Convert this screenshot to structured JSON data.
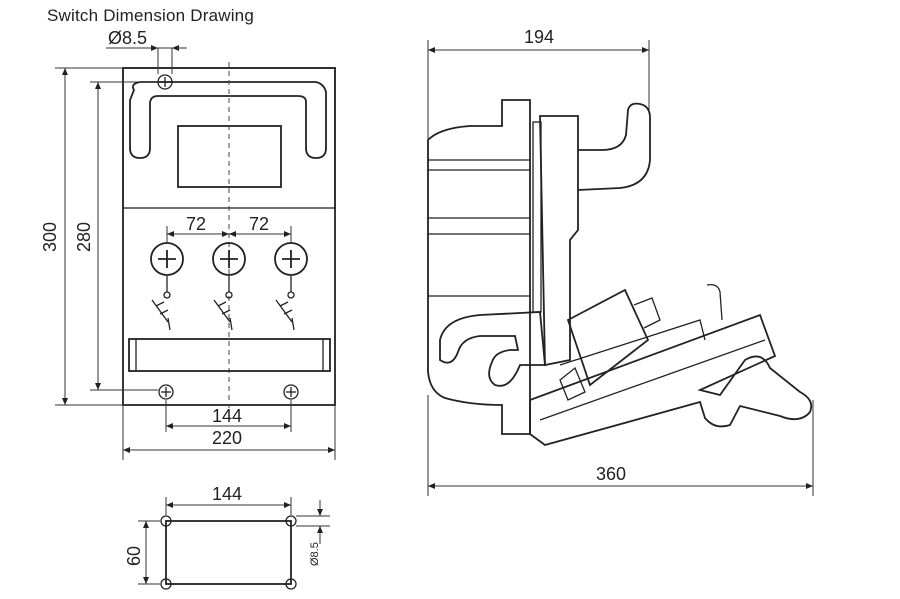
{
  "title": "Switch Dimension Drawing",
  "dimensions": {
    "hole_diameter": "Ø8.5",
    "height_300": "300",
    "height_280": "280",
    "pole_spacing_1": "72",
    "pole_spacing_2": "72",
    "mount_spacing": "144",
    "width_220": "220",
    "side_depth_194": "194",
    "side_length_360": "360",
    "template_width": "144",
    "template_height": "60",
    "template_hole": "Ø8.5"
  }
}
